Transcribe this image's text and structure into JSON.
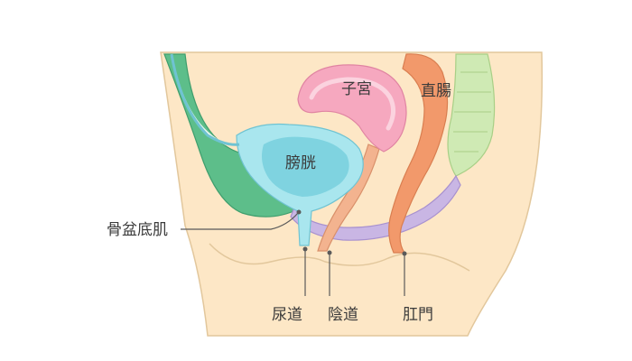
{
  "labels": {
    "uterus": "子宮",
    "rectum": "直腸",
    "bladder": "膀胱",
    "pelvic_floor": "骨盆底肌",
    "urethra": "尿道",
    "vagina": "陰道",
    "anus": "肛門"
  },
  "colors": {
    "skin": "#fde7c6",
    "skin_outline": "#e2c79c",
    "pubic_bone": "#5dbe8a",
    "bladder": "#a9e6ee",
    "bladder_inner": "#7fd3e0",
    "uterus": "#f6a8bf",
    "rectum": "#f2996b",
    "spine": "#cfeab4",
    "pelvic_floor_muscle": "#c9b6e4",
    "leader_line": "#5a5a5a"
  }
}
